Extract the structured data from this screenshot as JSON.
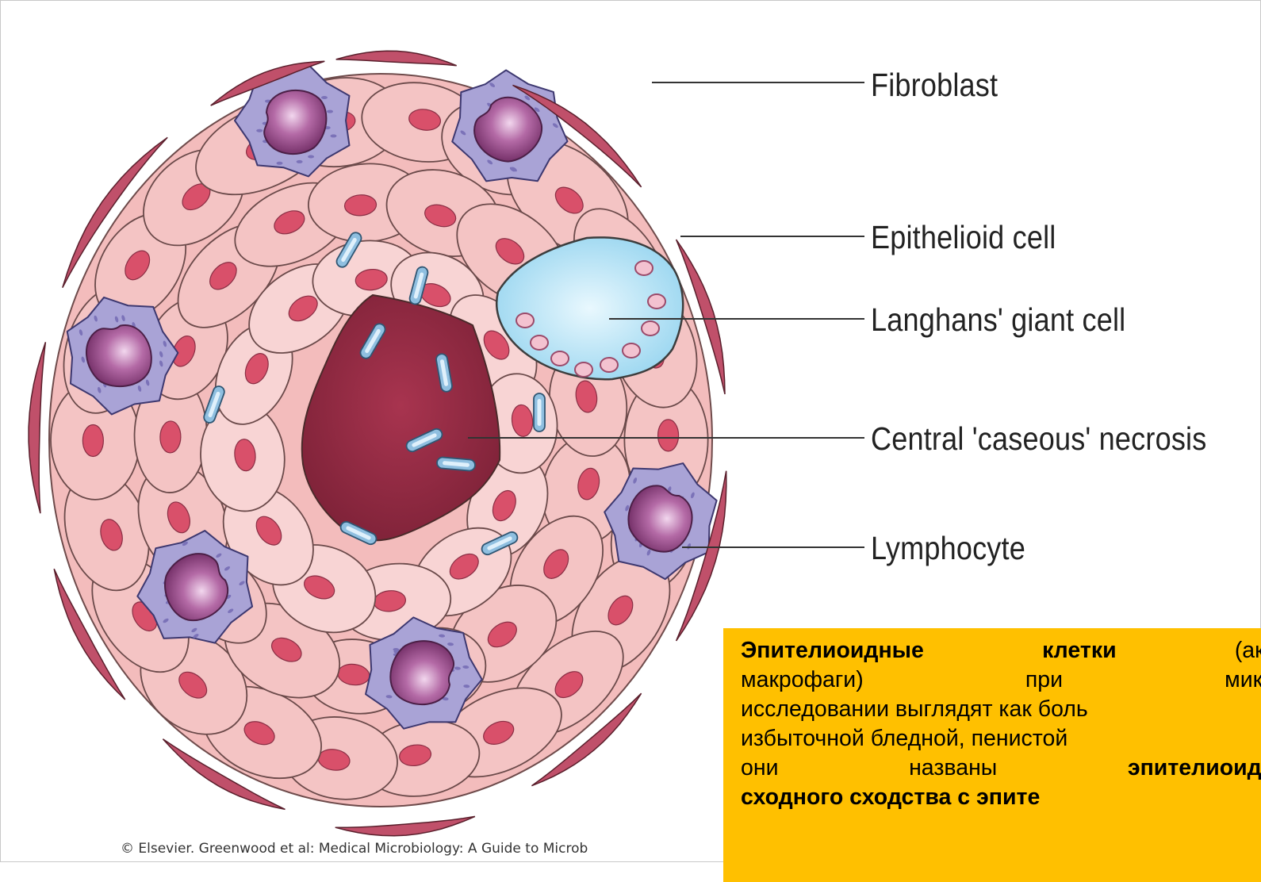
{
  "labels": {
    "fibroblast": "Fibroblast",
    "epithelioid": "Epithelioid cell",
    "langhans": "Langhans' giant cell",
    "necrosis": "Central 'caseous' necrosis",
    "lymphocyte": "Lymphocyte"
  },
  "copyright": "© Elsevier. Greenwood et al: Medical Microbiology: A Guide to Microb",
  "note": {
    "line1": [
      "Эпителиоидные",
      "клетки",
      "(акт"
    ],
    "line2": [
      "макрофаги)",
      "при",
      "микр"
    ],
    "line3": "исследовании выглядят как боль",
    "line4": "избыточной бледной, пенистой",
    "line5": [
      "они",
      "названы",
      "эпителиоидн"
    ],
    "line6": "сходного сходства с эпите"
  },
  "colors": {
    "note_background": "#ffc000",
    "cell_pink": "#f4c4c4",
    "cell_outline": "#6b4a4a",
    "nucleus_red": "#d9506a",
    "necrosis": "#962d45",
    "lymphocyte_body": "#a9a3d6",
    "lymphocyte_nucleus": "#8b3a7c",
    "giant_cell": "#aee0f4",
    "bacilli": "#8fbfe0",
    "fibroblast": "#c0506a"
  }
}
